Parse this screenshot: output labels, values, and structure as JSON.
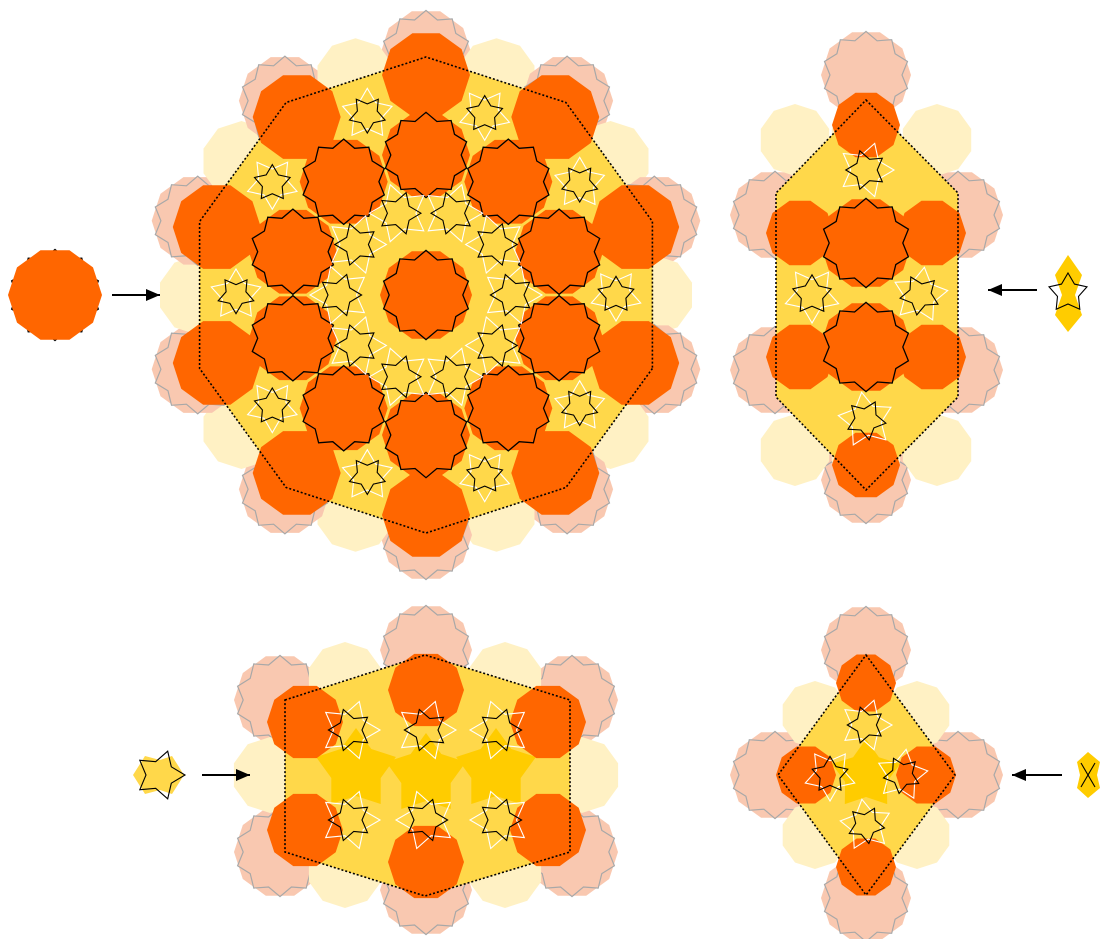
{
  "colors": {
    "background": "#ffffff",
    "decagon": "#ff6600",
    "decagon_faded": "#f9c8b0",
    "filler": "#ffd84a",
    "filler_faded": "#fff1c4",
    "bowtie": "#ffcc00",
    "strap": "#000000",
    "strap_faded": "#a8a8a8",
    "strap_light": "#ffffff",
    "arrow": "#000000"
  },
  "figure": {
    "panels": [
      {
        "id": "decagon-supertile",
        "source_tile": "decagon",
        "arrow_direction": "right",
        "outline_shape": "decagon"
      },
      {
        "id": "elongated-hexagon-supertile",
        "source_tile": "elongated-hexagon",
        "arrow_direction": "left",
        "outline_shape": "elongated-hexagon"
      },
      {
        "id": "hexagon-supertile",
        "source_tile": "concave-hexagon",
        "arrow_direction": "right",
        "outline_shape": "hexagon"
      },
      {
        "id": "bowtie-supertile",
        "source_tile": "bowtie",
        "arrow_direction": "left",
        "outline_shape": "rhombus"
      }
    ]
  }
}
